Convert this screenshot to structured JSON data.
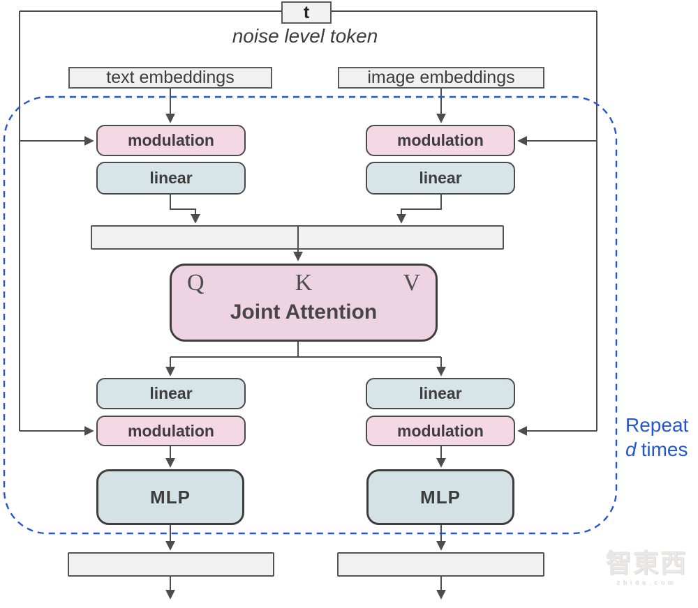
{
  "noise_token": {
    "symbol": "t",
    "caption": "noise level token"
  },
  "embeddings": {
    "text": "text embeddings",
    "image": "image embeddings"
  },
  "blocks": {
    "modulation": "modulation",
    "linear": "linear",
    "mlp": "MLP",
    "attention": {
      "q": "Q",
      "k": "K",
      "v": "V",
      "title": "Joint Attention"
    }
  },
  "repeat_note": {
    "word": "Repeat",
    "var": "d",
    "suffix": "times"
  },
  "watermark": {
    "logo": "智東西",
    "domain": "zhida.com"
  },
  "colors": {
    "modulation_fill": "#f4d9e4",
    "attention_fill": "#eed4e2",
    "linear_fill": "#d8e5e8",
    "mlp_fill": "#d4e2e5",
    "bar_fill": "#f1f1f1",
    "box_border": "#454545",
    "connector_gray": "#4d4d4d",
    "repeat_blue": "#2456cf",
    "label_text": "#3d3d3d"
  }
}
